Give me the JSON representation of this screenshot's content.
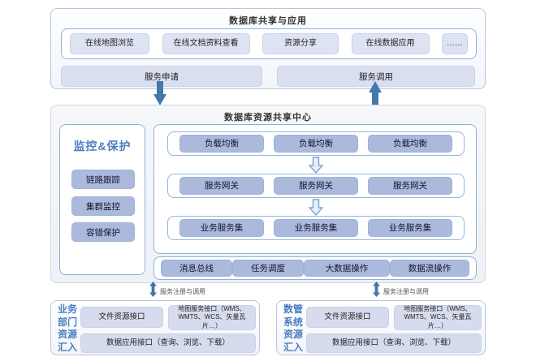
{
  "top": {
    "title": "数据库共享与应用",
    "apps": [
      "在线地图浏览",
      "在线文档资料查看",
      "资源分享",
      "在线数据应用",
      "……"
    ],
    "service_request": "服务申请",
    "service_invoke": "服务调用"
  },
  "middle": {
    "title": "数据库资源共享中心",
    "monitor": {
      "title": "监控&保护",
      "items": [
        "链路跟踪",
        "集群监控",
        "容错保护"
      ]
    },
    "stack": {
      "rows": [
        [
          "负载均衡",
          "负载均衡",
          "负载均衡"
        ],
        [
          "服务网关",
          "服务网关",
          "服务网关"
        ],
        [
          "业务服务集",
          "业务服务集",
          "业务服务集"
        ]
      ]
    },
    "bus": [
      "消息总线",
      "任务调度",
      "大数据操作",
      "数据流操作"
    ]
  },
  "connectors": {
    "label": "服务注册与调用"
  },
  "bottom": [
    {
      "title_lines": [
        "业务",
        "部门",
        "资源",
        "汇入"
      ],
      "file_api": "文件资源接口",
      "map_api": "地图服务接口（WMS、WMTS、WCS、矢量瓦片…）",
      "data_api": "数据应用接口（查询、浏览、下载）"
    },
    {
      "title_lines": [
        "数管",
        "系统",
        "资源",
        "汇入"
      ],
      "file_api": "文件资源接口",
      "map_api": "地图服务接口（WMS、WMTS、WCS、矢量瓦片…）",
      "data_api": "数据应用接口（查询、浏览、下载）"
    }
  ],
  "colors": {
    "solid_arrow": "#4478ad",
    "outline_arrow_stroke": "#7ba3d4",
    "panel_border_blue": "#8cb2da",
    "pill_dark": "#abb9dd",
    "pill_light": "#dde3f3",
    "title_blue": "#4a7dc0"
  }
}
